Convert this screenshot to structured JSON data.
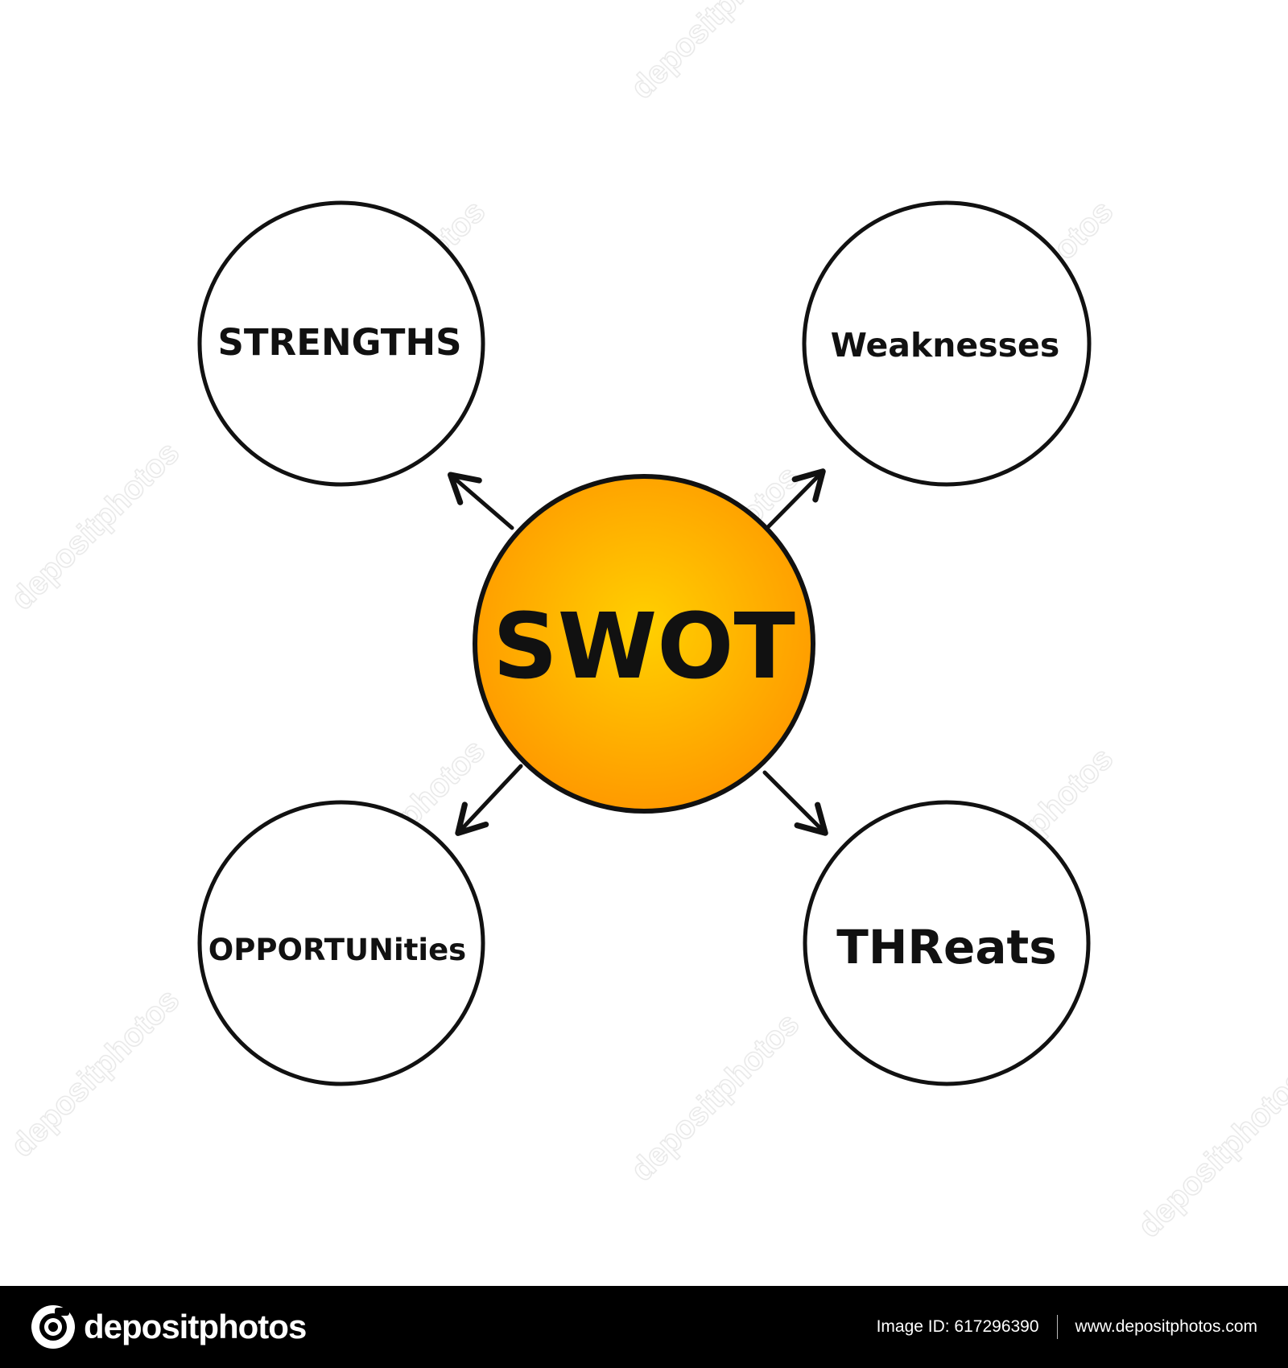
{
  "diagram": {
    "center": {
      "label": "SWOT",
      "color_inner": "#ffd000",
      "color_outer": "#ff9a00"
    },
    "nodes": [
      {
        "id": "strengths",
        "label": "STRENGTHS"
      },
      {
        "id": "weaknesses",
        "label": "Weaknesses"
      },
      {
        "id": "opportunities",
        "label": "OPPORTUNities"
      },
      {
        "id": "threats",
        "label": "THReats"
      }
    ]
  },
  "watermark": {
    "text": "depositphotos"
  },
  "footer": {
    "brand": "depositphotos",
    "image_id": "Image ID: 617296390",
    "url": "www.depositphotos.com"
  }
}
